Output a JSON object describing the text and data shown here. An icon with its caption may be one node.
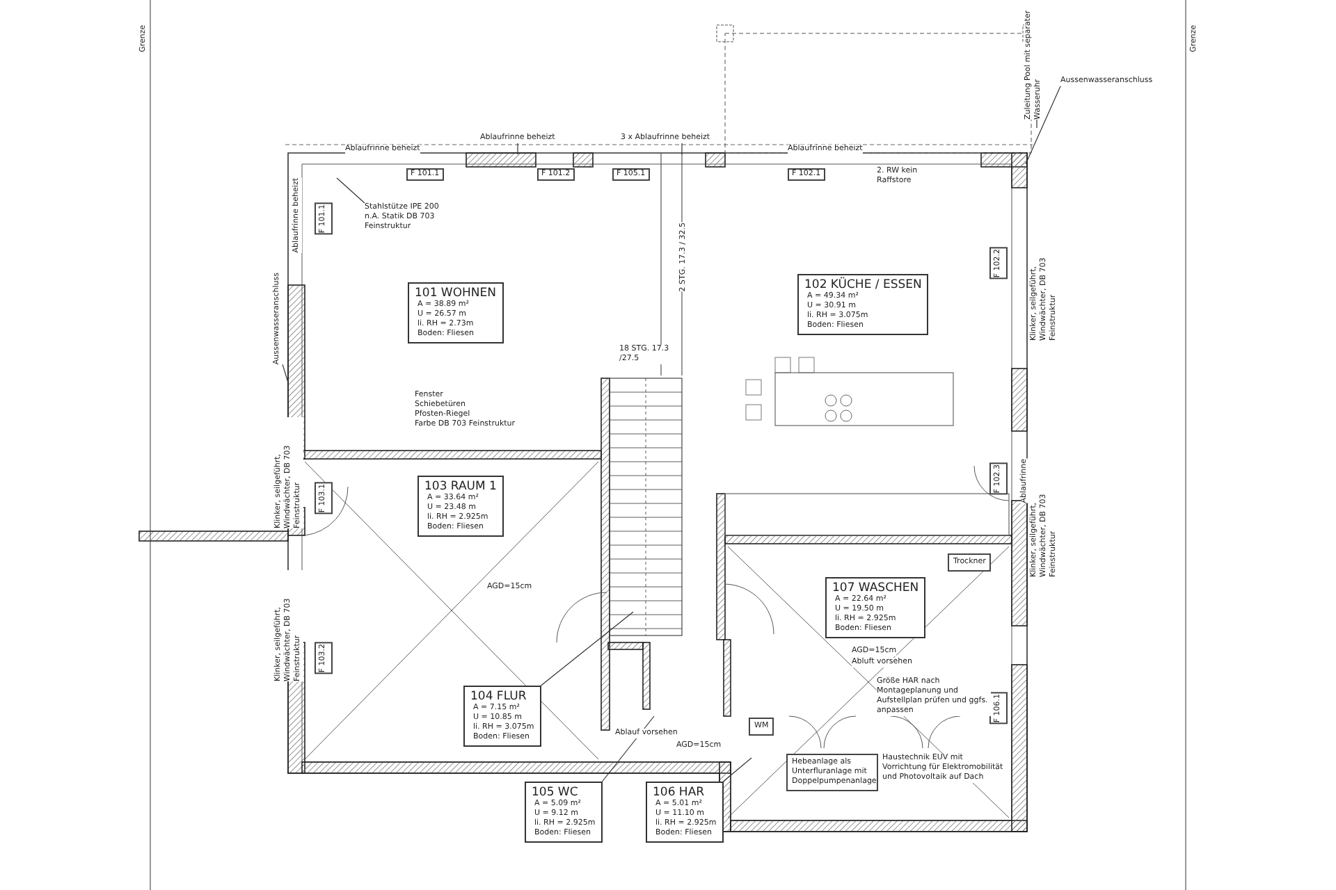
{
  "diagram": {
    "nodes": [
      {
        "text": [
          "101 WOHNEN",
          "A = 38.89 m²",
          "U = 26.57 m",
          "li. RH = 2.73m",
          "Boden: Fliesen"
        ]
      },
      {
        "text": [
          "102 KÜCHE / ESSEN",
          "A = 49.34 m²",
          "U = 30.91 m",
          "li. RH = 3.075m",
          "Boden: Fliesen"
        ]
      },
      {
        "text": [
          "103 RAUM 1",
          "A = 33.64 m²",
          "U = 23.48 m",
          "li. RH = 2.925m",
          "Boden: Fliesen"
        ]
      },
      {
        "text": [
          "104 FLUR",
          "A = 7.15 m²",
          "U = 10.85 m",
          "li. RH = 3.075m",
          "Boden: Fliesen"
        ]
      },
      {
        "text": [
          "105 WC",
          "A = 5.09 m²",
          "U = 9.12 m",
          "li. RH = 2.925m",
          "Boden: Fliesen"
        ]
      },
      {
        "text": [
          "106 HAR",
          "A = 5.01 m²",
          "U = 11.10 m",
          "li. RH = 2.925m",
          "Boden: Fliesen"
        ]
      },
      {
        "text": [
          "107 WASCHEN",
          "A = 22.64 m²",
          "U = 19.50 m",
          "li. RH = 2.925m",
          "Boden: Fliesen"
        ]
      },
      {
        "text": [
          "Hebeanlage als Unterfluranlage mit Doppelpumpenanlage"
        ]
      },
      {
        "text": [
          "WM"
        ]
      },
      {
        "text": [
          "Trockner"
        ]
      },
      {
        "text": [
          "F 101.1"
        ]
      },
      {
        "text": [
          "F 101.2"
        ]
      },
      {
        "text": [
          "F 105.1"
        ]
      },
      {
        "text": [
          "F 102.1"
        ]
      },
      {
        "text": [
          "F 101.1"
        ]
      },
      {
        "text": [
          "F 102.2"
        ]
      },
      {
        "text": [
          "F 103.1"
        ]
      },
      {
        "text": [
          "F 102.3"
        ]
      },
      {
        "text": [
          "F 103.2"
        ]
      },
      {
        "text": [
          "F 106.1"
        ]
      },
      {
        "text": [
          "Stahlstütze IPE 200 n.A. Statik DB 703 Feinstruktur"
        ]
      },
      {
        "text": [
          "Aussenwasseranschluss"
        ]
      },
      {
        "text": [
          "Aussenwasseranschluss"
        ]
      },
      {
        "text": [
          "Ablaufrinne beheizt"
        ]
      },
      {
        "text": [
          "3 x Ablaufrinne beheizt"
        ]
      }
    ],
    "edges": [
      {
        "from": 3,
        "to": null,
        "arrow": "none"
      },
      {
        "from": 4,
        "to": null,
        "arrow": "none"
      },
      {
        "from": 5,
        "to": null,
        "arrow": "none"
      },
      {
        "from": 20,
        "to": null,
        "arrow": "none"
      },
      {
        "from": 21,
        "to": null,
        "arrow": "none"
      },
      {
        "from": 22,
        "to": null,
        "arrow": "none"
      },
      {
        "from": 23,
        "to": null,
        "arrow": "none"
      },
      {
        "from": 24,
        "to": null,
        "arrow": "none"
      }
    ],
    "labels": [
      "Grenze",
      "Grenze",
      "Ablaufrinne beheizt",
      "Ablaufrinne beheizt",
      "Ablaufrinne beheizt",
      "2. RW kein Raffstore",
      "Zuleitung Pool mit separater Wasseruhr",
      "2 STG. 17.3 / 32.5",
      "18 STG. 17.3 /27.5",
      "Fenster",
      "Schiebetüren",
      "Pfosten-Riegel",
      "Farbe DB 703 Feinstruktur",
      "AGD=15cm",
      "AGD=15cm",
      "Abluft vorsehen",
      "Größe HAR nach Montageplanung und Aufstellplan prüfen und ggfs. anpassen",
      "Ablauf vorsehen",
      "AGD=15cm",
      "Haustechnik EUV mit Vorrichtung für Elektromobilität und Photovoltaik auf Dach",
      "Klinker, seilgeführt, Windwächter, DB 703 Feinstruktur",
      "Ablaufrinne",
      "Klinker, seilgeführt, Windwächter, DB 703 Feinstruktur",
      "Klinker, seilgeführt, Windwächter, DB 703 Feinstruktur",
      "Klinker, seilgeführt, Windwächter, DB 703 Feinstruktur"
    ]
  }
}
